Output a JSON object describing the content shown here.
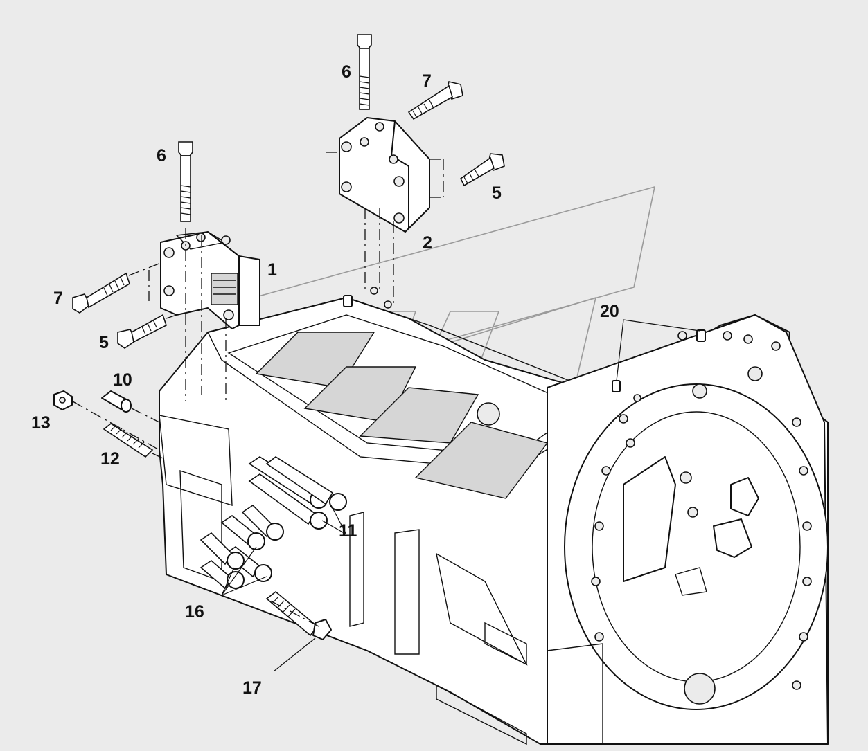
{
  "callouts": {
    "c1": "1",
    "c2": "2",
    "c5a": "5",
    "c5b": "5",
    "c6a": "6",
    "c6b": "6",
    "c7a": "7",
    "c7b": "7",
    "c10": "10",
    "c11": "11",
    "c12": "12",
    "c13": "13",
    "c16": "16",
    "c17": "17",
    "c20": "20"
  }
}
